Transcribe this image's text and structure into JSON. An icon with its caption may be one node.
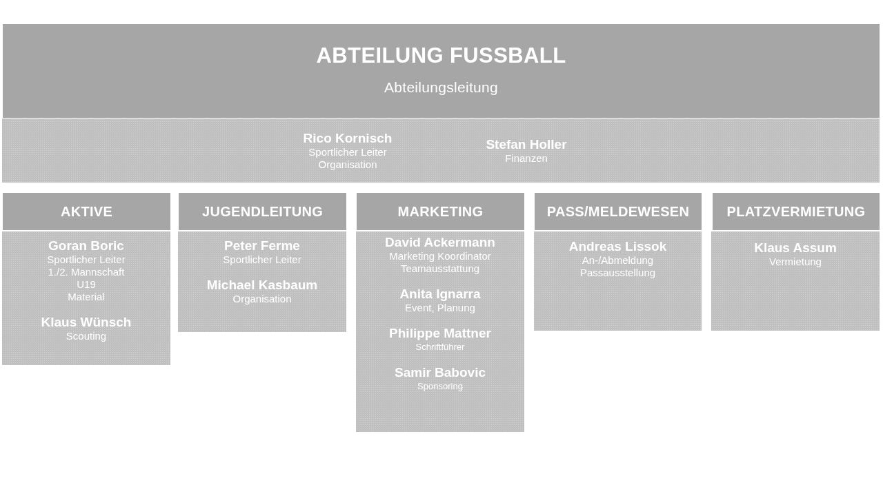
{
  "diagram": {
    "nodes": [
      {
        "text": [
          "ABTEILUNG FUSSBALL",
          "Abteilungsleitung"
        ]
      },
      {
        "text": [
          "Rico Kornisch",
          "Sportlicher Leiter",
          "Organisation",
          "Stefan Holler",
          "Finanzen"
        ]
      },
      {
        "text": [
          "AKTIVE"
        ]
      },
      {
        "text": [
          "Goran Boric",
          "Sportlicher Leiter",
          "1./2. Mannschaft",
          "U19",
          "Material",
          "Klaus Wünsch",
          "Scouting"
        ]
      },
      {
        "text": [
          "JUGENDLEITUNG"
        ]
      },
      {
        "text": [
          "Peter Ferme",
          "Sportlicher Leiter",
          "Michael Kasbaum",
          "Organisation"
        ]
      },
      {
        "text": [
          "MARKETING"
        ]
      },
      {
        "text": [
          "David Ackermann",
          "Marketing Koordinator",
          "Teamausstattung",
          "Anita Ignarra",
          "Event, Planung",
          "Philippe Mattner",
          "Schriftführer",
          "Samir Babovic",
          "Sponsoring"
        ]
      },
      {
        "text": [
          "PASS/MELDEWESEN"
        ]
      },
      {
        "text": [
          "Andreas Lissok",
          "An-/Abmeldung",
          "Passausstellung"
        ]
      },
      {
        "text": [
          "PLATZVERMIETUNG"
        ]
      },
      {
        "text": [
          "Klaus Assum",
          "Vermietung"
        ]
      }
    ],
    "edges": []
  }
}
